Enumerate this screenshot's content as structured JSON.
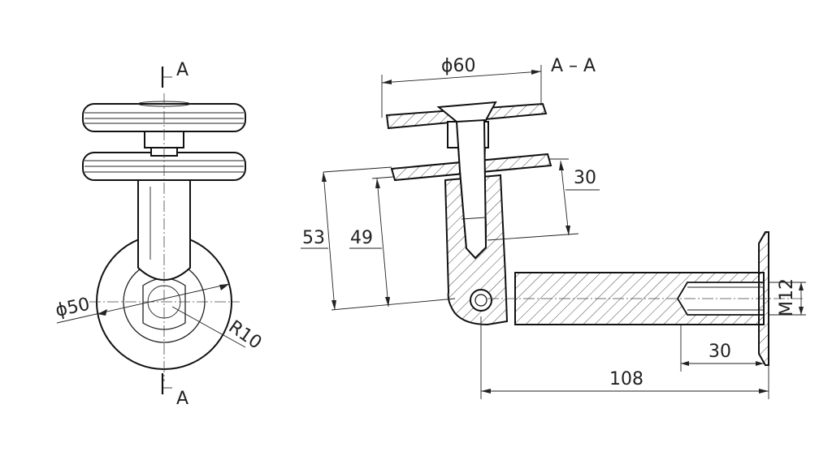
{
  "section_label": "A – A",
  "section_marker": "A",
  "dimensions": {
    "plate_diameter": "ϕ60",
    "base_diameter": "ϕ50",
    "radius": "R10",
    "height_outer": "53",
    "height_inner": "49",
    "offset": "30",
    "length": "108",
    "thread_depth": "30",
    "thread": "M12"
  },
  "colors": {
    "line": "#222222",
    "background": "#ffffff"
  }
}
